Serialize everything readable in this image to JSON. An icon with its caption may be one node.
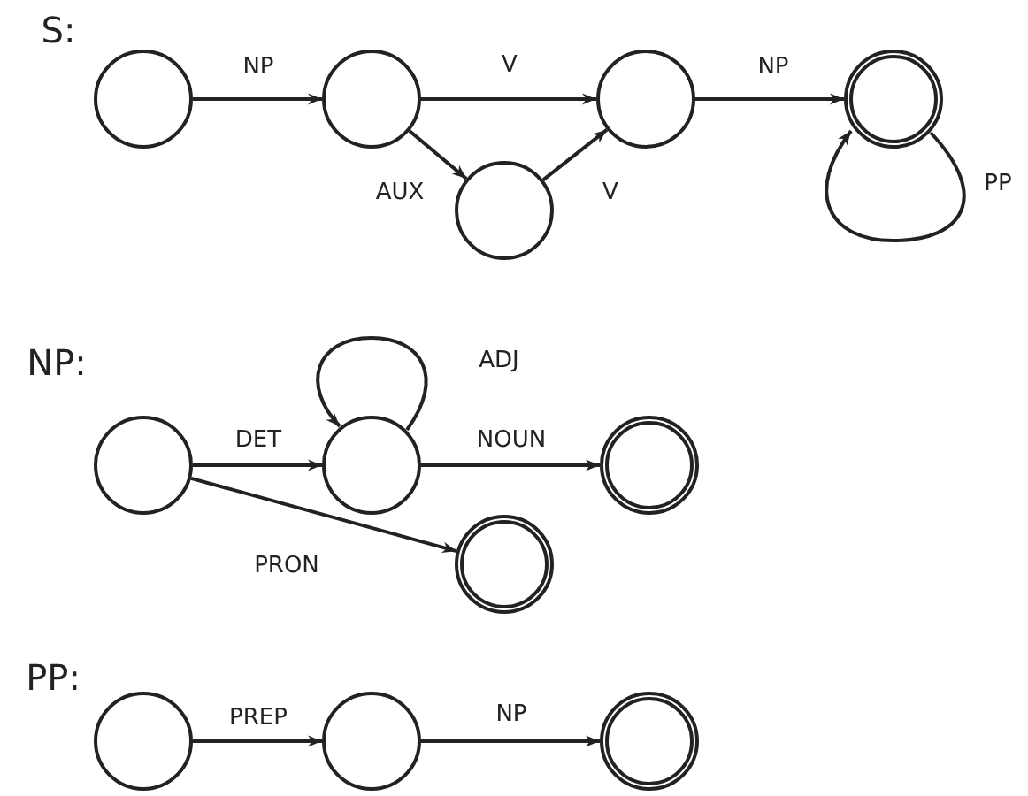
{
  "diagram": {
    "nodes": [
      {
        "text": [],
        "shape": "circle"
      },
      {
        "text": [],
        "shape": "circle"
      },
      {
        "text": [],
        "shape": "circle"
      },
      {
        "text": [],
        "shape": "doublecircle"
      },
      {
        "text": [],
        "shape": "circle"
      },
      {
        "text": [],
        "shape": "circle"
      },
      {
        "text": [],
        "shape": "circle"
      },
      {
        "text": [],
        "shape": "doublecircle"
      },
      {
        "text": [],
        "shape": "doublecircle"
      },
      {
        "text": [],
        "shape": "circle"
      },
      {
        "text": [],
        "shape": "circle"
      },
      {
        "text": [],
        "shape": "doublecircle"
      }
    ],
    "edges": [
      {
        "from": 0,
        "to": 1,
        "arrow": "to",
        "label": "NP"
      },
      {
        "from": 1,
        "to": 2,
        "arrow": "to",
        "label": "V"
      },
      {
        "from": 1,
        "to": 4,
        "arrow": "to",
        "label": "AUX"
      },
      {
        "from": 4,
        "to": 2,
        "arrow": "to",
        "label": "V"
      },
      {
        "from": 2,
        "to": 3,
        "arrow": "to",
        "label": "NP"
      },
      {
        "from": 3,
        "to": 3,
        "arrow": "to",
        "label": "PP"
      },
      {
        "from": 5,
        "to": 6,
        "arrow": "to",
        "label": "DET"
      },
      {
        "from": 6,
        "to": 6,
        "arrow": "to",
        "label": "ADJ"
      },
      {
        "from": 6,
        "to": 7,
        "arrow": "to",
        "label": "NOUN"
      },
      {
        "from": 5,
        "to": 8,
        "arrow": "to",
        "label": "PRON"
      },
      {
        "from": 9,
        "to": 10,
        "arrow": "to",
        "label": "PREP"
      },
      {
        "from": 10,
        "to": 11,
        "arrow": "to",
        "label": "NP"
      }
    ],
    "labels": [
      "S:",
      "NP:",
      "PP:"
    ]
  }
}
